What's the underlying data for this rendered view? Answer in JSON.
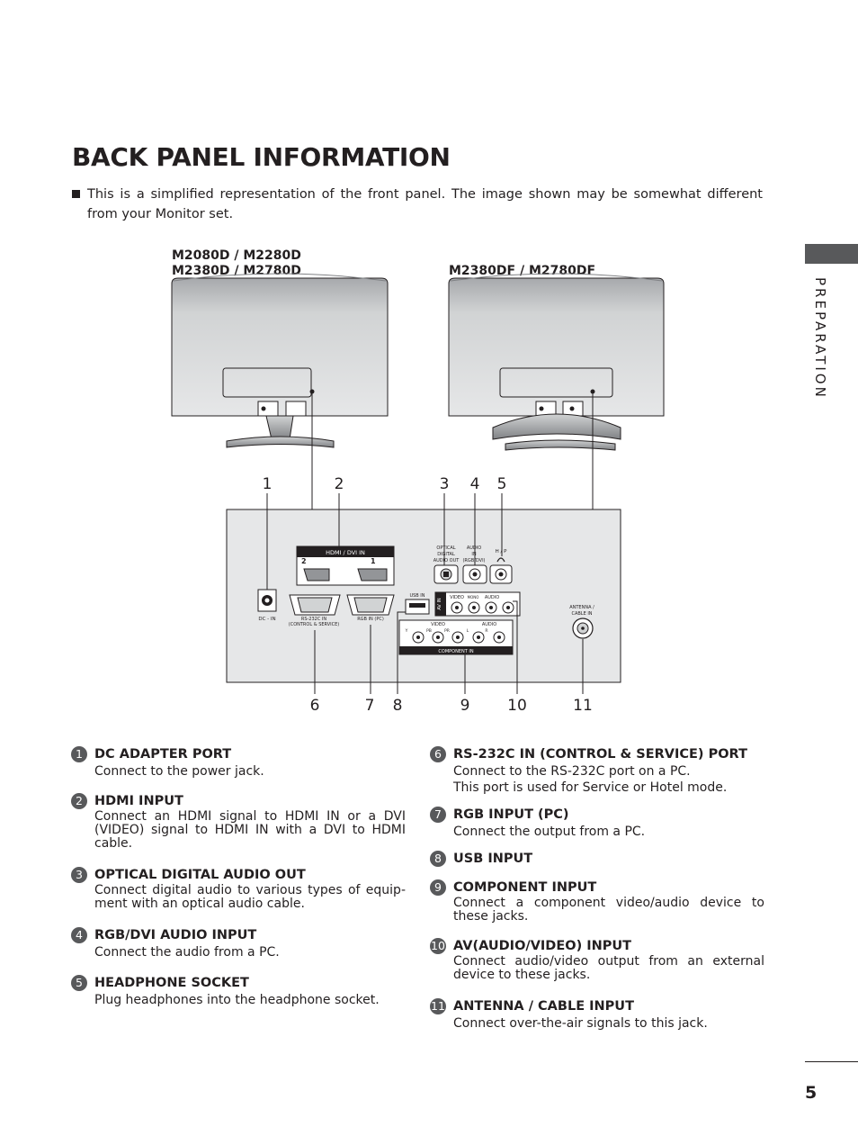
{
  "title": "BACK PANEL INFORMATION",
  "intro": "This is a simplified representation of the front panel. The image shown may be somewhat different from your Monitor set.",
  "models": {
    "left_line1": "M2080D / M2280D",
    "left_line2": "M2380D / M2780D",
    "right": "M2380DF / M2780DF"
  },
  "panel_labels": {
    "hdmi": "HDMI / DVI IN",
    "hdmi_2": "2",
    "hdmi_1": "1",
    "optical": [
      "OPTICAL",
      "DIGITAL",
      "AUDIO OUT"
    ],
    "audio_in": [
      "AUDIO",
      "IN",
      "(RGB/DVI)"
    ],
    "hp": "H / P",
    "dc_in": "DC - IN",
    "rs232": [
      "RS-232C IN",
      "(CONTROL & SERVICE)"
    ],
    "rgb_in": "RGB IN  (PC)",
    "usb_in": "USB IN",
    "av_in": "AV IN",
    "video": "VIDEO",
    "audio": "AUDIO",
    "mono": "MONO",
    "component_video": "VIDEO",
    "component_audio": "AUDIO",
    "component_in": "COMPONENT IN",
    "antenna": [
      "ANTENNA /",
      "CABLE IN"
    ],
    "comp_y": "Y",
    "comp_pb": "PB",
    "comp_pr": "PR",
    "comp_l": "L",
    "comp_r": "R"
  },
  "callout_numbers": [
    "1",
    "2",
    "3",
    "4",
    "5",
    "6",
    "7",
    "8",
    "9",
    "10",
    "11"
  ],
  "items_left": [
    {
      "num": "1",
      "title": "DC ADAPTER PORT",
      "desc": [
        "Connect to the power jack."
      ]
    },
    {
      "num": "2",
      "title": "HDMI INPUT",
      "desc": [
        "Connect an HDMI signal to HDMI IN or a DVI (VIDEO) signal to HDMI IN with a DVI to HDMI cable."
      ]
    },
    {
      "num": "3",
      "title": "OPTICAL DIGITAL AUDIO OUT",
      "desc": [
        "Connect digital audio to various types of equip-ment with an optical audio cable."
      ]
    },
    {
      "num": "4",
      "title": "RGB/DVI AUDIO INPUT",
      "desc": [
        "Connect the audio from a PC."
      ]
    },
    {
      "num": "5",
      "title": "HEADPHONE SOCKET",
      "desc": [
        "Plug headphones into the headphone socket."
      ]
    }
  ],
  "items_right": [
    {
      "num": "6",
      "title": "RS-232C IN (CONTROL & SERVICE) PORT",
      "desc": [
        "Connect to the RS-232C port on a PC.",
        "This port is used for Service or Hotel mode."
      ]
    },
    {
      "num": "7",
      "title": "RGB INPUT (PC)",
      "desc": [
        "Connect the output from a PC."
      ]
    },
    {
      "num": "8",
      "title": "USB INPUT",
      "desc": []
    },
    {
      "num": "9",
      "title": "COMPONENT INPUT",
      "desc": [
        "Connect a component video/audio device to these jacks."
      ]
    },
    {
      "num": "10",
      "title": "AV(AUDIO/VIDEO) INPUT",
      "desc": [
        "Connect audio/video output from an external device to these jacks."
      ]
    },
    {
      "num": "11",
      "title": "ANTENNA / CABLE INPUT",
      "desc": [
        "Connect over-the-air signals to this jack."
      ]
    }
  ],
  "side_label": "PREPARATION",
  "page_number": "5",
  "colors": {
    "text": "#231f20",
    "tab": "#58595b",
    "panel": "#e6e6e6",
    "monitor": "#c8c9ca"
  }
}
